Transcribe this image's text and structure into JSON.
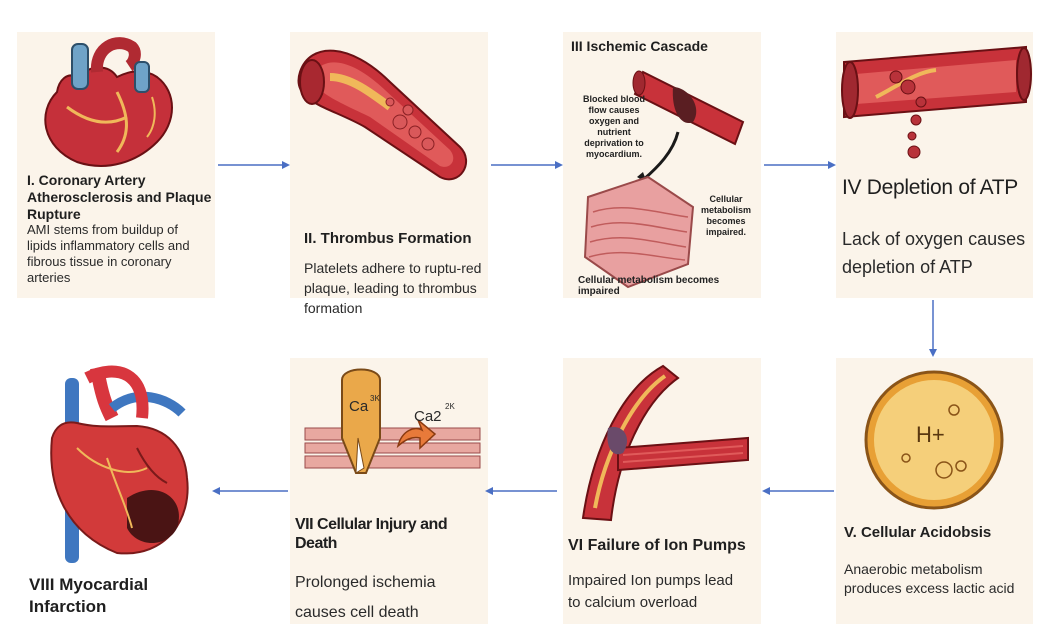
{
  "steps": {
    "s1": {
      "title": "I. Coronary Artery Atherosclerosis and Plaque Rupture",
      "desc": "AMI stems from buildup of lipids inflammatory cells and fibrous tissue in coronary arteries"
    },
    "s2": {
      "title": "II. Thrombus Formation",
      "desc": "Platelets adhere to ruptu-red plaque, leading to thrombus formation"
    },
    "s3": {
      "title": "III Ischemic Cascade",
      "note_blood": "Blocked blood flow causes oxygen and nutrient deprivation to myocardium.",
      "note_cell": "Cellular metabolism becomes impaired.",
      "desc": "Cellular metabolism becomes impaired"
    },
    "s4": {
      "title": "IV Depletion of ATP",
      "desc": "Lack of oxygen causes depletion of ATP"
    },
    "s5": {
      "title": "V. Cellular Acidobsis",
      "desc": "Anaerobic metabolism produces excess lactic acid",
      "symbol": "H+"
    },
    "s6": {
      "title": "VI Failure of Ion Pumps",
      "desc": "Impaired Ion pumps lead to calcium overload"
    },
    "s7": {
      "title": "VII Cellular Injury and Death",
      "desc": "Prolonged ischemia causes cell death",
      "ca_left": "Ca",
      "ca_left_sup": "3K",
      "ca_right": "Ca2",
      "ca_right_sup": "2K"
    },
    "s8": {
      "title": "VIII Myocardial Infarction"
    }
  },
  "colors": {
    "arrow": "#4a6fc4",
    "card": "#fbf4ea",
    "artery": "#c8323a",
    "plaque": "#e8b050"
  }
}
